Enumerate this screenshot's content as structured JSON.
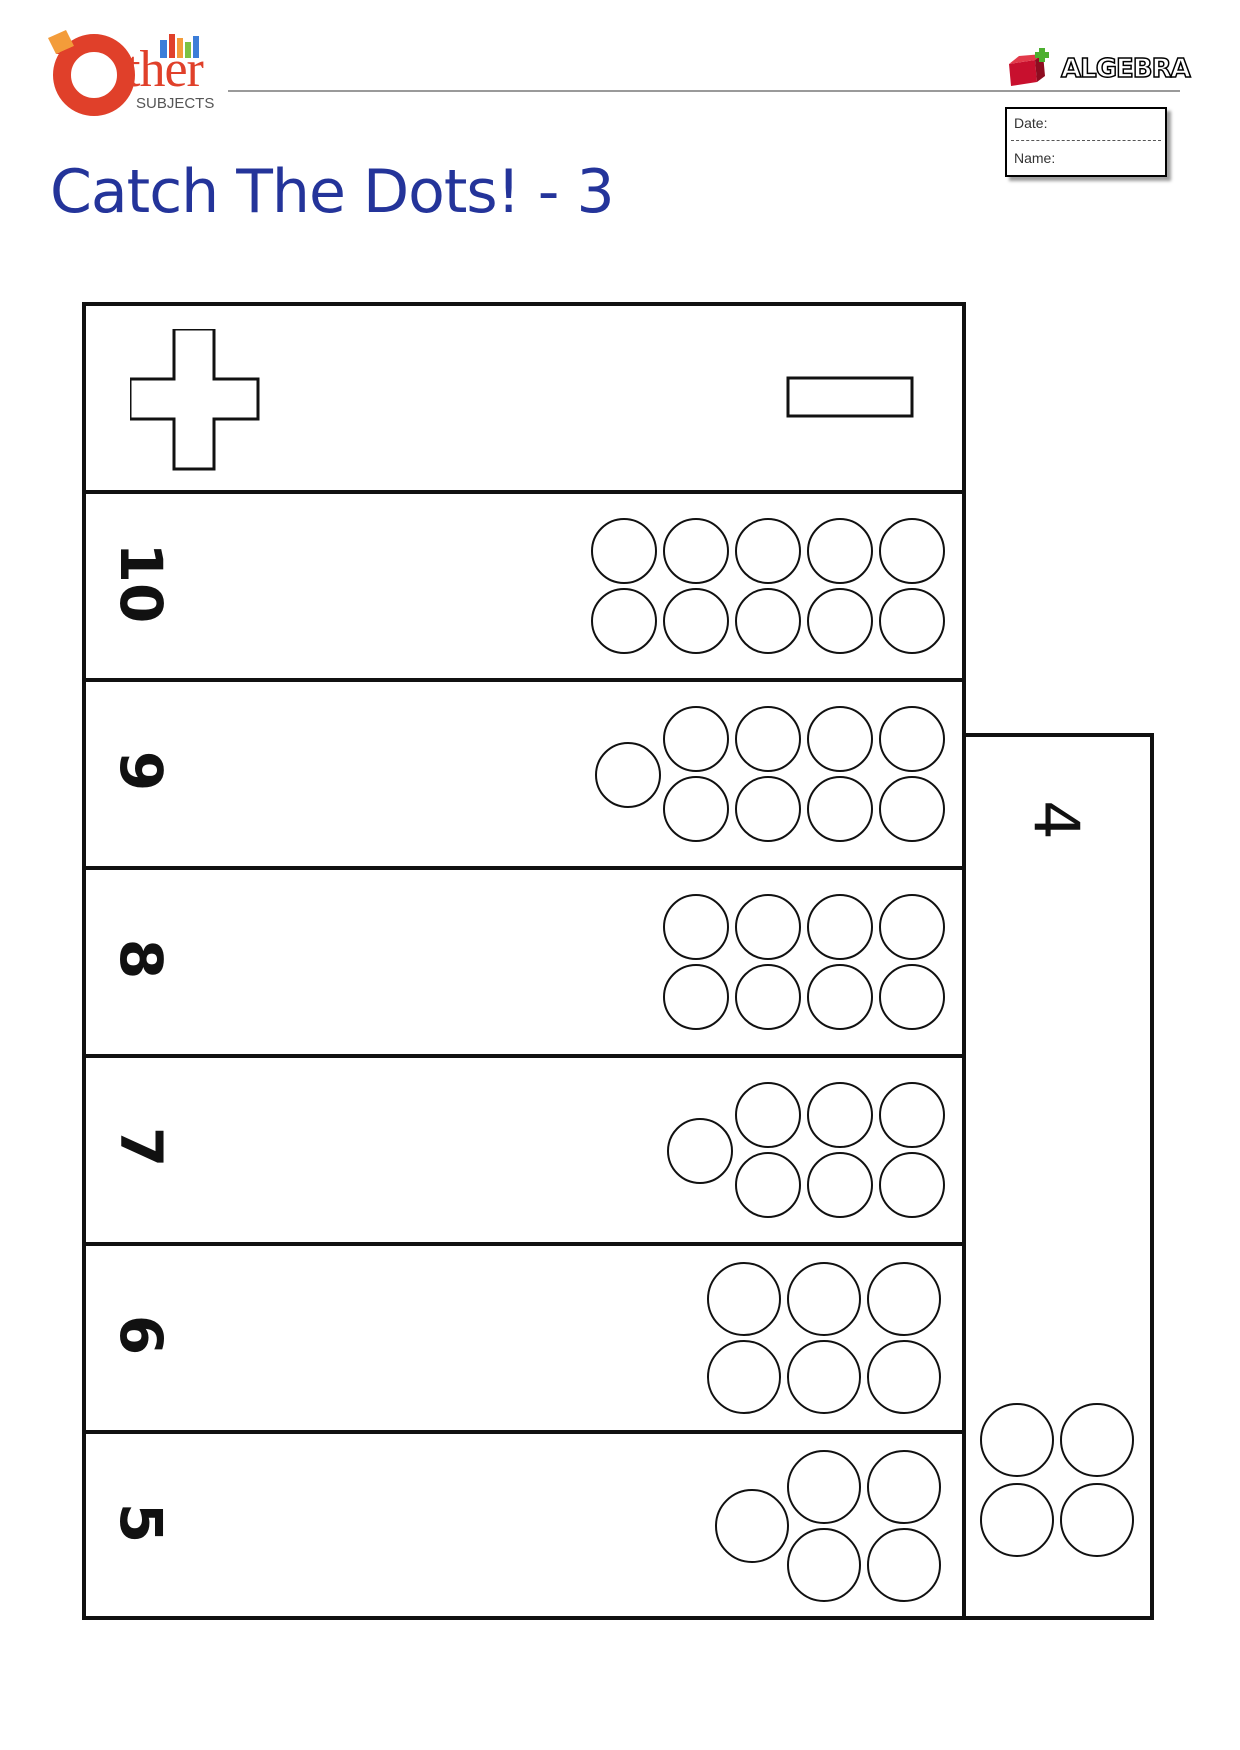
{
  "logo": {
    "text": "ther",
    "sub": "SUBJECTS"
  },
  "badge": {
    "label": "ALGEBRA"
  },
  "date_box": {
    "date_label": "Date:",
    "name_label": "Name:"
  },
  "title": "Catch The Dots! - 3",
  "header_row": {
    "plus_icon": "plus-sign-icon",
    "minus_icon": "minus-sign-icon"
  },
  "rows": [
    {
      "number": "10",
      "dots": 10
    },
    {
      "number": "9",
      "dots": 9
    },
    {
      "number": "8",
      "dots": 8
    },
    {
      "number": "7",
      "dots": 7
    },
    {
      "number": "6",
      "dots": 6
    },
    {
      "number": "5",
      "dots": 5
    }
  ],
  "side": {
    "number": "4",
    "dots": 4
  },
  "colors": {
    "title": "#24349a",
    "logo": "#e0402a",
    "ink": "#111111"
  }
}
